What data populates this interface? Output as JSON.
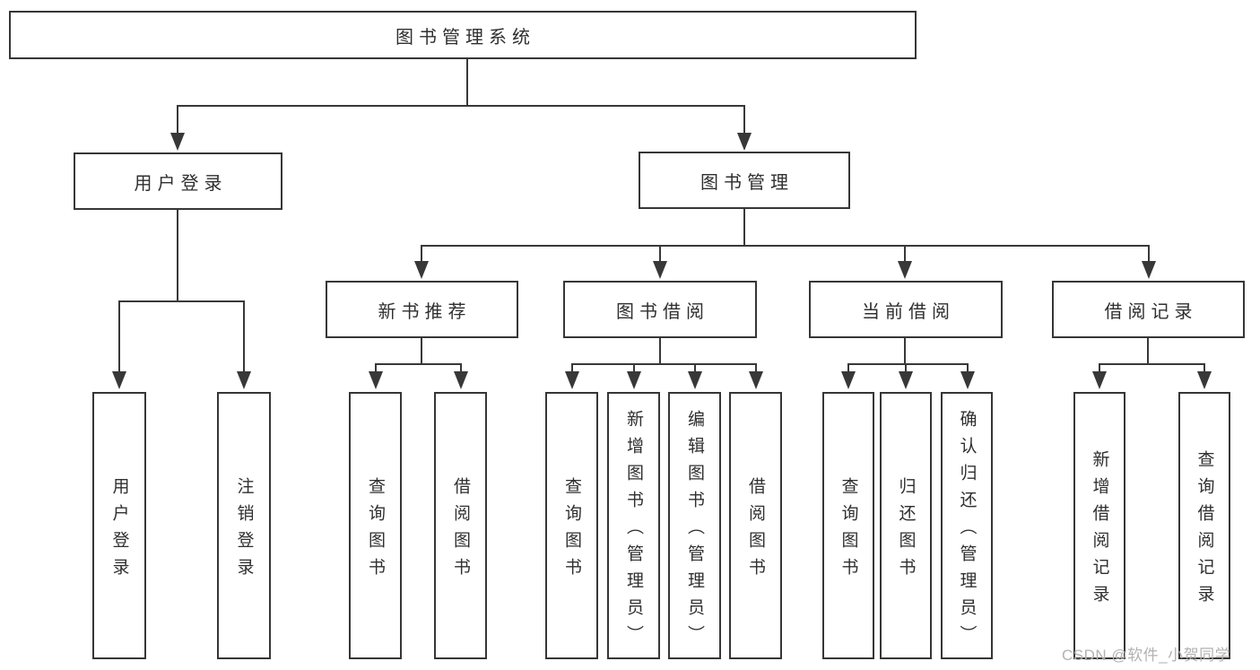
{
  "watermark": {
    "text": "CSDN @软件_小贺同学"
  },
  "tree": {
    "label": "图书管理系统",
    "children": [
      {
        "label": "用户登录",
        "children": [
          {
            "label": "用户登录"
          },
          {
            "label": "注销登录"
          }
        ]
      },
      {
        "label": "图书管理",
        "children": [
          {
            "label": "新书推荐",
            "children": [
              {
                "label": "查询图书"
              },
              {
                "label": "借阅图书"
              }
            ]
          },
          {
            "label": "图书借阅",
            "children": [
              {
                "label": "查询图书"
              },
              {
                "label": "新增图书（管理员）"
              },
              {
                "label": "编辑图书（管理员）"
              },
              {
                "label": "借阅图书"
              }
            ]
          },
          {
            "label": "当前借阅",
            "children": [
              {
                "label": "查询图书"
              },
              {
                "label": "归还图书"
              },
              {
                "label": "确认归还（管理员）"
              }
            ]
          },
          {
            "label": "借阅记录",
            "children": [
              {
                "label": "新增借阅记录"
              },
              {
                "label": "查询借阅记录"
              }
            ]
          }
        ]
      }
    ]
  },
  "colors": {
    "line": "#383838",
    "box_border": "#363636",
    "text": "#2f2f2f",
    "watermark": "#b2b2b2",
    "background": "#ffffff"
  }
}
